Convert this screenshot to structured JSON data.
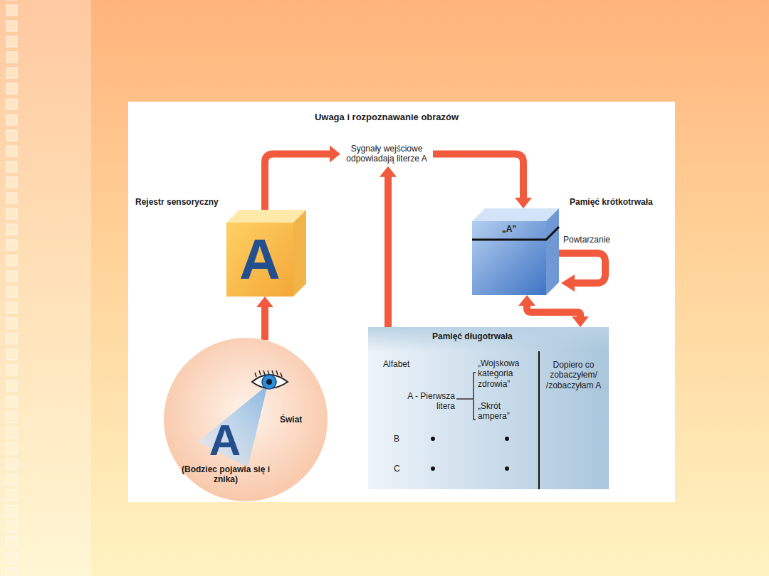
{
  "diagram": {
    "title": "Uwaga i rozpoznawanie obrazów",
    "nodes": [
      {
        "text": [
          "Sygnały wejściowe odpowiadają literze A"
        ]
      },
      {
        "text": [
          "Rejestr sensoryczny",
          "A"
        ]
      },
      {
        "text": [
          "Pamięć krótkotrwała",
          "„A”"
        ]
      },
      {
        "text": [
          "Pamięć długotrwała",
          "Alfabet",
          "A - Pierwsza litera",
          "„Wojskowa kategoria zdrowia”",
          "„Skrót ampera”",
          "B",
          "C",
          "Dopiero co zobaczyłem/ /zobaczyłam A"
        ]
      },
      {
        "text": [
          "Świat",
          "A",
          "(Bodziec pojawia się i znika)"
        ]
      }
    ],
    "edges": [
      {
        "from": 4,
        "to": 1,
        "arrow": "to"
      },
      {
        "from": 1,
        "to": 0,
        "arrow": "to"
      },
      {
        "from": 0,
        "to": 2,
        "arrow": "to"
      },
      {
        "from": 3,
        "to": 0,
        "arrow": "to"
      },
      {
        "from": 2,
        "to": 3,
        "arrow": "both"
      }
    ],
    "labels": [
      "Powtarzanie"
    ]
  }
}
